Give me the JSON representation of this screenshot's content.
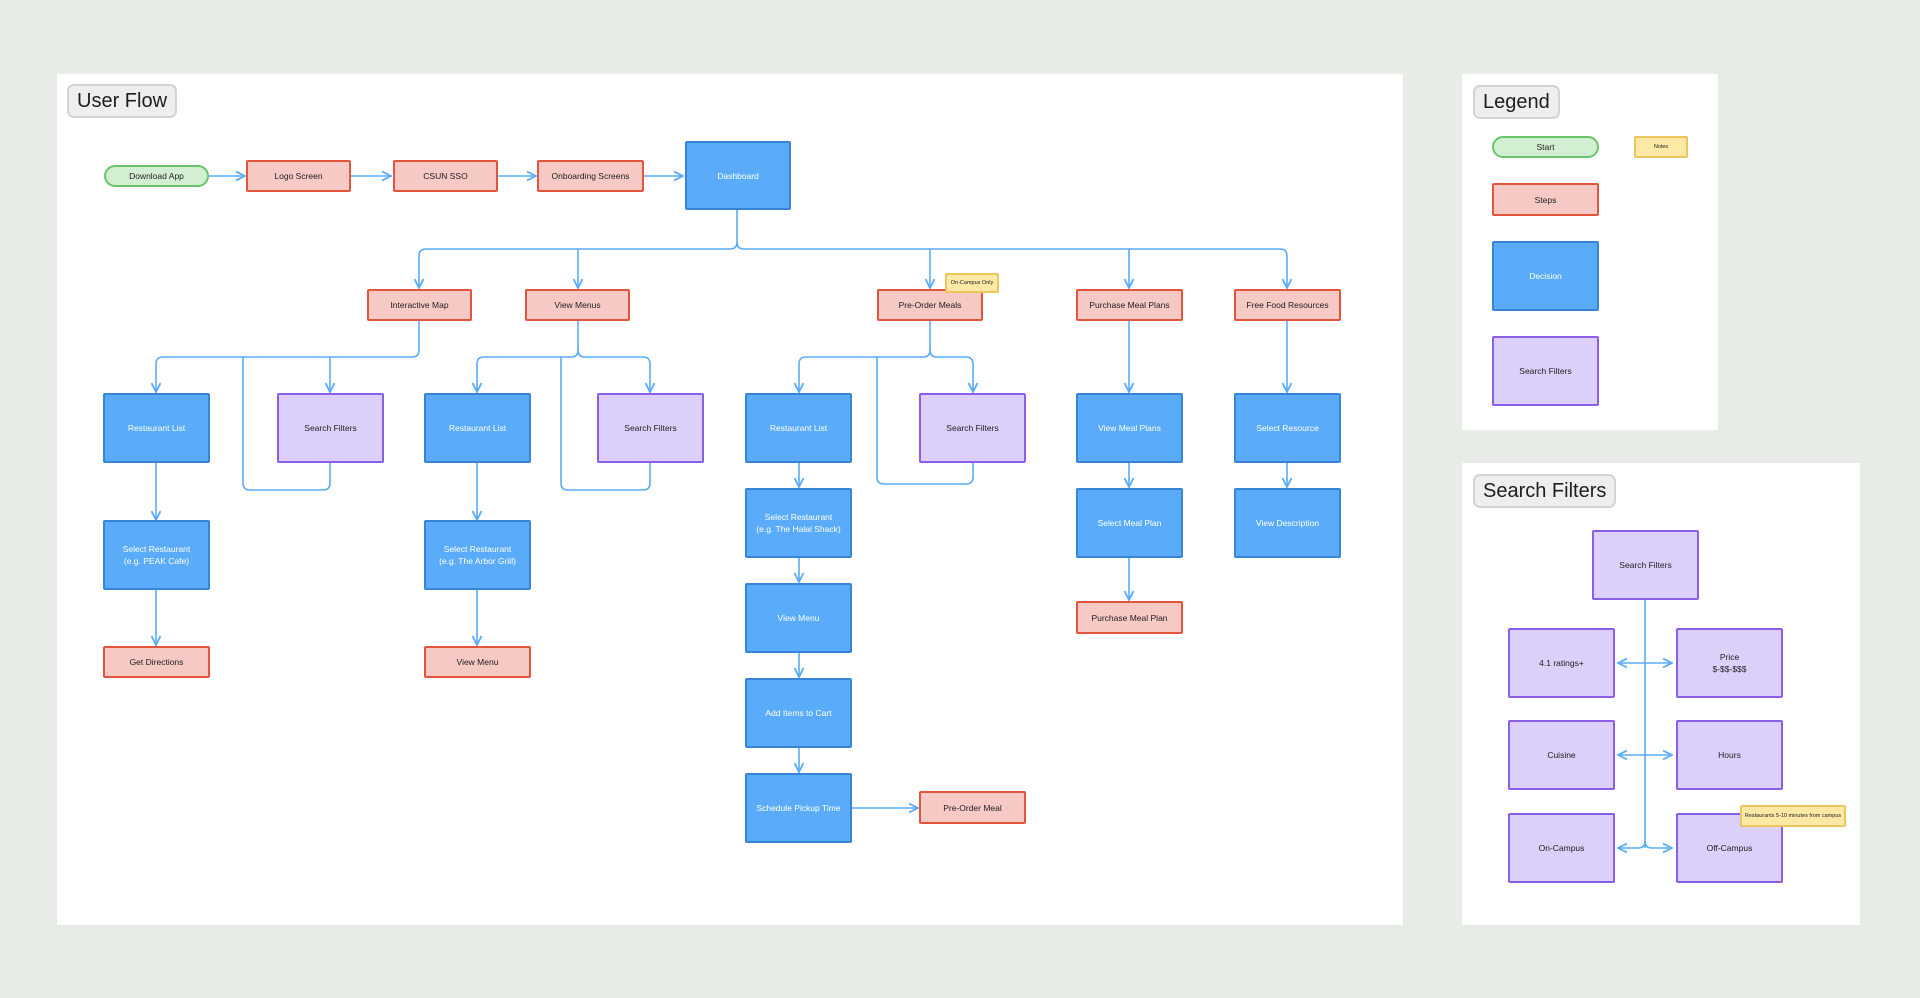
{
  "user_flow": {
    "title": "User Flow",
    "nodes": {
      "download_app": "Download App",
      "logo_screen": "Logo Screen",
      "csun_sso": "CSUN SSO",
      "onboarding": "Onboarding Screens",
      "dashboard": "Dashboard",
      "interactive_map": "Interactive Map",
      "view_menus": "View Menus",
      "preorder_meals": "Pre-Order Meals",
      "oncampus_note": "On-Campus Only",
      "purchase_meal_plans": "Purchase Meal Plans",
      "free_food": "Free Food Resources",
      "rl1": "Restaurant List",
      "sf1": "Search Filters",
      "rl2": "Restaurant List",
      "sf2": "Search Filters",
      "rl3": "Restaurant List",
      "sf3": "Search Filters",
      "view_meal_plans": "View Meal Plans",
      "select_resource": "Select Resource",
      "sel_rest1": "Select Restaurant\n(e.g. PEAK Cafe)",
      "sel_rest2": "Select Restaurant\n(e.g. The Arbor Grill)",
      "sel_rest3": "Select Restaurant\n(e.g. The Halal Shack)",
      "select_meal_plan": "Select Meal Plan",
      "view_description": "View Description",
      "get_directions": "Get Directions",
      "view_menu_step": "View Menu",
      "view_menu_decision": "View Menu",
      "purchase_meal_plan": "Purchase Meal Plan",
      "add_items": "Add Items to Cart",
      "schedule_pickup": "Schedule Pickup Time",
      "preorder_meal": "Pre-Order Meal"
    }
  },
  "legend": {
    "title": "Legend",
    "start": "Start",
    "notes": "Notes",
    "steps": "Steps",
    "decision": "Decision",
    "search_filters": "Search Filters"
  },
  "search_filters": {
    "title": "Search Filters",
    "root": "Search Filters",
    "ratings": "4.1 ratings+",
    "price": "Price\n$-$$-$$$",
    "cuisine": "Cuisine",
    "hours": "Hours",
    "on_campus": "On-Campus",
    "off_campus": "Off-Campus",
    "off_campus_note": "Restaurants 5-10 minutes from campus"
  },
  "colors": {
    "background": "#e8ece7",
    "start": "#d2f0d1",
    "step": "#f6c9c5",
    "decision": "#5aacfb",
    "filter": "#dccffa",
    "note": "#fde8a6",
    "connector": "#5aacfb"
  }
}
